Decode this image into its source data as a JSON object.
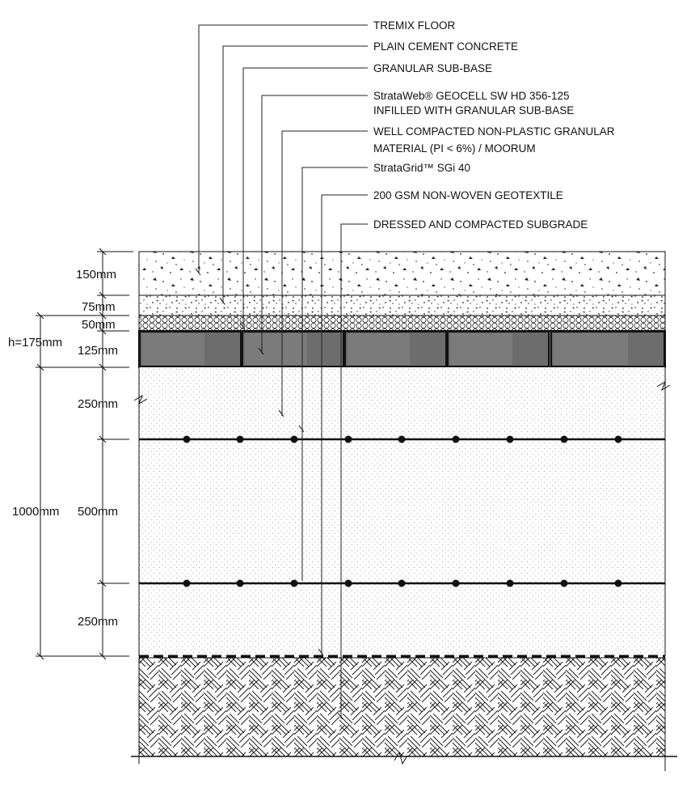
{
  "labels": {
    "tremix": "TREMIX FLOOR",
    "pcc": "PLAIN CEMENT CONCRETE",
    "gsb": "GRANULAR SUB-BASE",
    "geocell_line1": "StrataWeb® GEOCELL SW HD 356-125",
    "geocell_line2": "INFILLED WITH GRANULAR SUB-BASE",
    "granular_line1": "WELL COMPACTED NON-PLASTIC GRANULAR",
    "granular_line2": "MATERIAL (PI < 6%) / MOORUM",
    "geogrid": "StrataGrid™ SGi 40",
    "geotextile": "200 GSM NON-WOVEN GEOTEXTILE",
    "subgrade": "DRESSED AND COMPACTED SUBGRADE"
  },
  "dimensions": {
    "d150": "150mm",
    "d75": "75mm",
    "d50": "50mm",
    "h175": "h=175mm",
    "d125": "125mm",
    "d250_top": "250mm",
    "d1000": "1000mm",
    "d500": "500mm",
    "d250_bottom": "250mm"
  },
  "colors": {
    "geocell_fill": "#6d6d6d",
    "geocell_highlight": "#8a8a8a",
    "line": "#111111"
  }
}
